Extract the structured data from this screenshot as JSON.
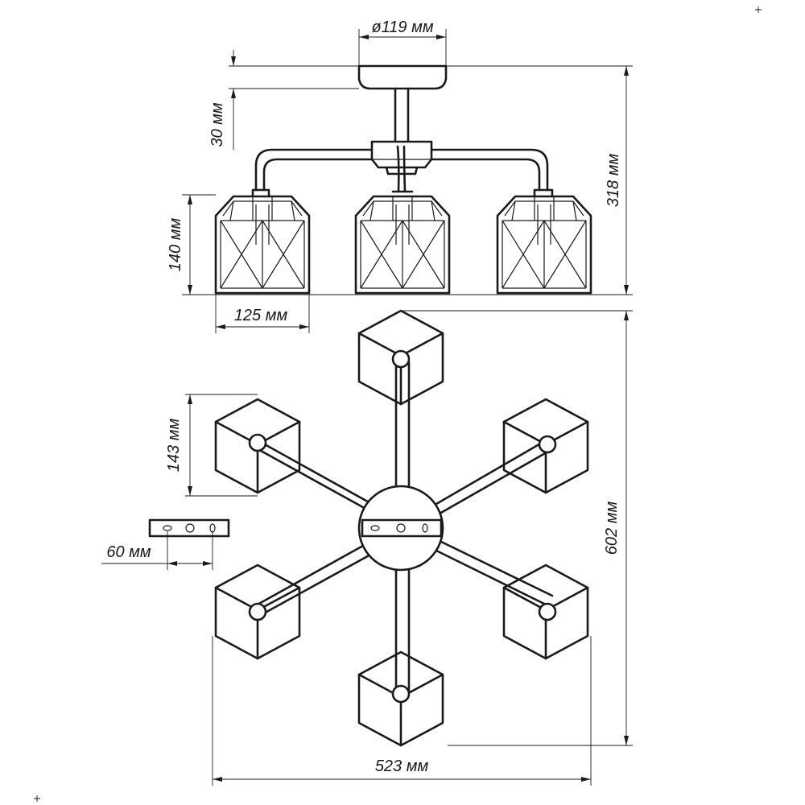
{
  "dimensions": {
    "mount_diameter": "ø119 мм",
    "mount_height": "30 мм",
    "total_height": "318 мм",
    "shade_height": "140 мм",
    "shade_width": "125 мм",
    "shade_span": "143 мм",
    "plate_hole_spacing": "60 мм",
    "total_depth": "602 мм",
    "total_width": "523 мм"
  }
}
